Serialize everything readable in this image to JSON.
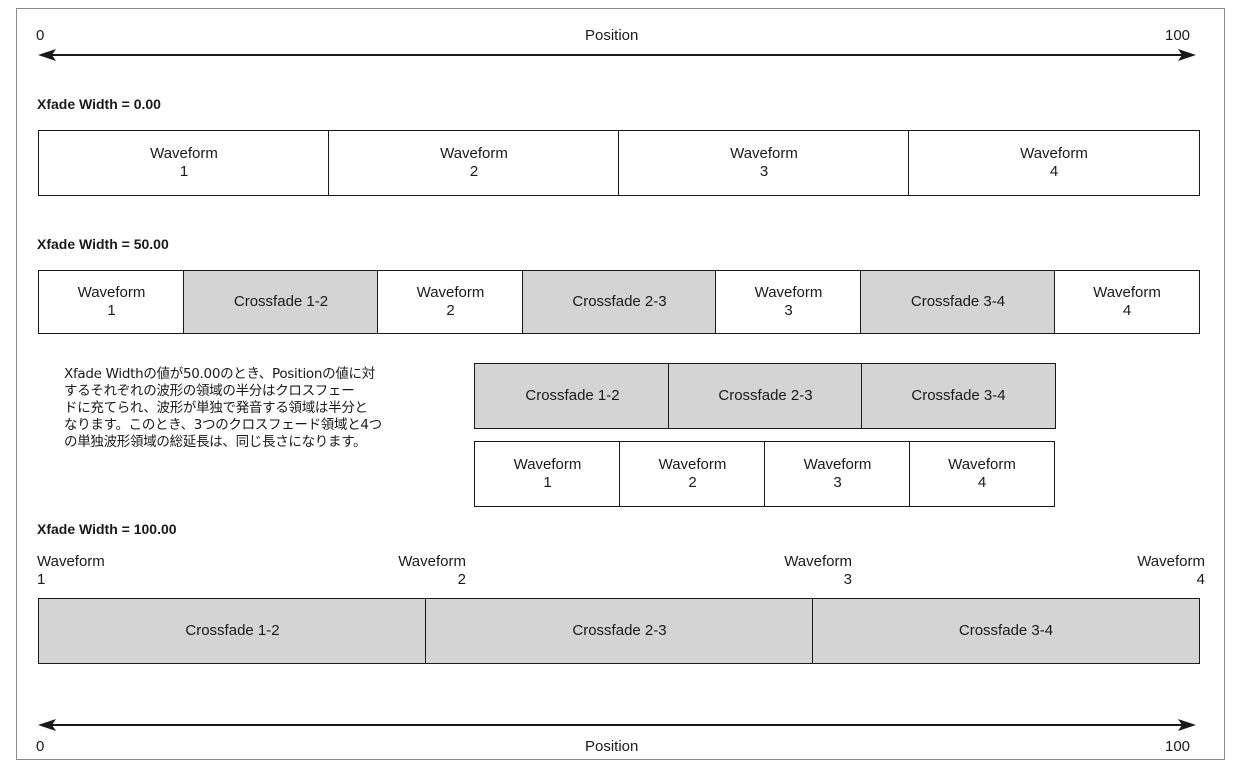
{
  "top_axis": {
    "min_label": "0",
    "title": "Position",
    "max_label": "100"
  },
  "bottom_axis": {
    "min_label": "0",
    "title": "Position",
    "max_label": "100"
  },
  "section_0": {
    "heading": "Xfade Width = 0.00",
    "cells": [
      {
        "kind": "waveform",
        "line1": "Waveform",
        "line2": "1"
      },
      {
        "kind": "waveform",
        "line1": "Waveform",
        "line2": "2"
      },
      {
        "kind": "waveform",
        "line1": "Waveform",
        "line2": "3"
      },
      {
        "kind": "waveform",
        "line1": "Waveform",
        "line2": "4"
      }
    ]
  },
  "section_50": {
    "heading": "Xfade Width = 50.00",
    "cells": [
      {
        "kind": "waveform",
        "line1": "Waveform",
        "line2": "1"
      },
      {
        "kind": "crossfade",
        "label": "Crossfade 1-2"
      },
      {
        "kind": "waveform",
        "line1": "Waveform",
        "line2": "2"
      },
      {
        "kind": "crossfade",
        "label": "Crossfade 2-3"
      },
      {
        "kind": "waveform",
        "line1": "Waveform",
        "line2": "3"
      },
      {
        "kind": "crossfade",
        "label": "Crossfade 3-4"
      },
      {
        "kind": "waveform",
        "line1": "Waveform",
        "line2": "4"
      }
    ],
    "note_lines": [
      "Xfade Widthの値が50.00のとき、Positionの値に対",
      "するそれぞれの波形の領域の半分はクロスフェー",
      "ドに充てられ、波形が単独で発音する領域は半分と",
      "なります。このとき、3つのクロスフェード領域と4つ",
      "の単独波形領域の総延長は、同じ長さになります。"
    ],
    "crossfade_row": [
      "Crossfade 1-2",
      "Crossfade 2-3",
      "Crossfade 3-4"
    ],
    "waveform_row": [
      {
        "line1": "Waveform",
        "line2": "1"
      },
      {
        "line1": "Waveform",
        "line2": "2"
      },
      {
        "line1": "Waveform",
        "line2": "3"
      },
      {
        "line1": "Waveform",
        "line2": "4"
      }
    ]
  },
  "section_100": {
    "heading": "Xfade Width = 100.00",
    "markers": [
      {
        "line1": "Waveform",
        "line2": "1"
      },
      {
        "line1": "Waveform",
        "line2": "2"
      },
      {
        "line1": "Waveform",
        "line2": "3"
      },
      {
        "line1": "Waveform",
        "line2": "4"
      }
    ],
    "cells": [
      "Crossfade 1-2",
      "Crossfade 2-3",
      "Crossfade 3-4"
    ]
  },
  "colors": {
    "line": "#1a1a1a",
    "crossfade_fill": "#d4d4d4",
    "waveform_fill": "#ffffff",
    "frame": "#8c8c8c"
  }
}
